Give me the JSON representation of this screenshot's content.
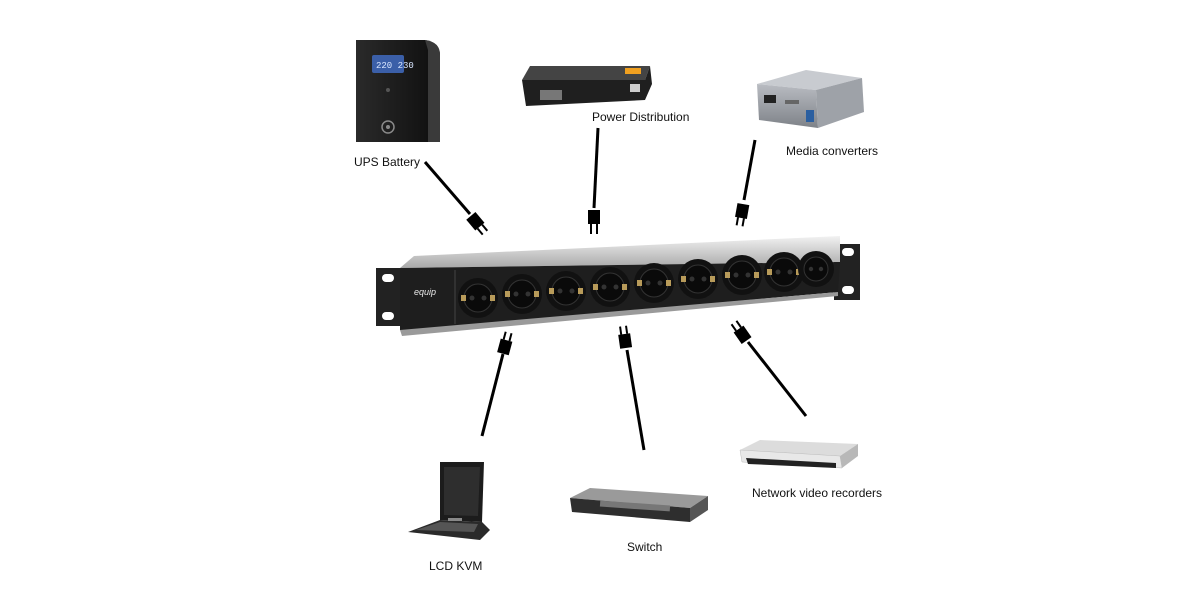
{
  "devices": {
    "ups": {
      "label": "UPS Battery",
      "screen_text": "220  230"
    },
    "pdu": {
      "label": "Power Distribution"
    },
    "media": {
      "label": "Media converters"
    },
    "kvm": {
      "label": "LCD KVM"
    },
    "switch": {
      "label": "Switch"
    },
    "nvr": {
      "label": "Network video recorders"
    }
  },
  "power_strip": {
    "brand": "equip",
    "socket_count": 9
  },
  "colors": {
    "panel": "#1e1e1e",
    "rail": "#c9c9c9",
    "cable": "#000000"
  }
}
